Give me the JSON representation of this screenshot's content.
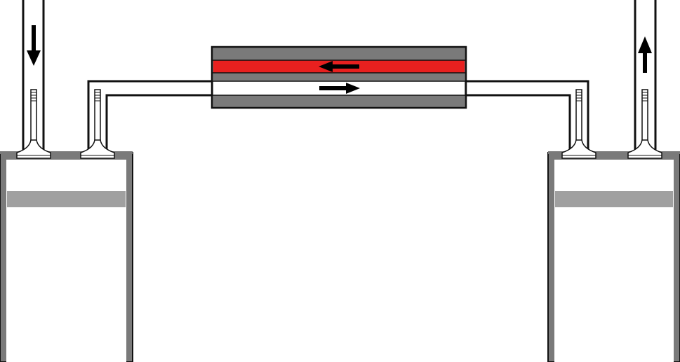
{
  "diagram": {
    "colors": {
      "outline": "#111111",
      "wall": "#7a7a7a",
      "piston": "#a0a0a0",
      "hot_channel": "#e8201f",
      "background": "#ffffff",
      "arrow": "#000000"
    },
    "flow": {
      "left_pipe": "down",
      "right_pipe": "up",
      "hot_channel": "left",
      "cold_channel": "right"
    },
    "components": [
      "left-cylinder",
      "right-cylinder",
      "left-inlet-pipe",
      "right-outlet-pipe",
      "transfer-duct",
      "regenerator-heat-exchanger"
    ]
  }
}
